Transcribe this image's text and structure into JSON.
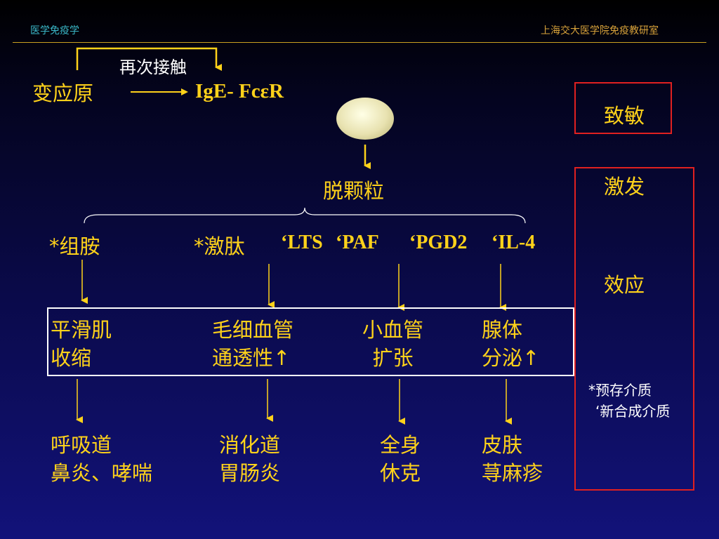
{
  "header": {
    "left": "医学免疫学",
    "right": "上海交大医学院免疫教研室"
  },
  "top": {
    "recontact": "再次接触",
    "antigen": "变应原",
    "receptor": "IgE- FcεR",
    "degranulation": "脱颗粒"
  },
  "mediators": {
    "histamine": "*组胺",
    "kinin": "*激肽",
    "lts": "‘LTS",
    "paf": "‘PAF",
    "pgd2": "‘PGD2",
    "il4": "‘IL-4"
  },
  "effects": {
    "smooth_muscle": [
      "平滑肌",
      "收缩"
    ],
    "capillary": [
      "毛细血管",
      "通透性↑"
    ],
    "vessel": [
      "小血管",
      "扩张"
    ],
    "gland": [
      "腺体",
      "分泌↑"
    ]
  },
  "diseases": {
    "respiratory": [
      "呼吸道",
      "鼻炎、哮喘"
    ],
    "digestive": [
      "消化道",
      "胃肠炎"
    ],
    "systemic": [
      "全身",
      "休克"
    ],
    "skin": [
      "皮肤",
      "荨麻疹"
    ]
  },
  "stages": {
    "sensitization": "致敏",
    "trigger": "激发",
    "effect": "效应"
  },
  "legend": {
    "preformed": "*预存介质",
    "new": "‘新合成介质"
  },
  "colors": {
    "text_yellow": "#ffd21a",
    "header_left": "#3ab8c8",
    "header_right": "#d8a23a",
    "box_red": "#e02020",
    "arrow": "#ffd21a"
  }
}
